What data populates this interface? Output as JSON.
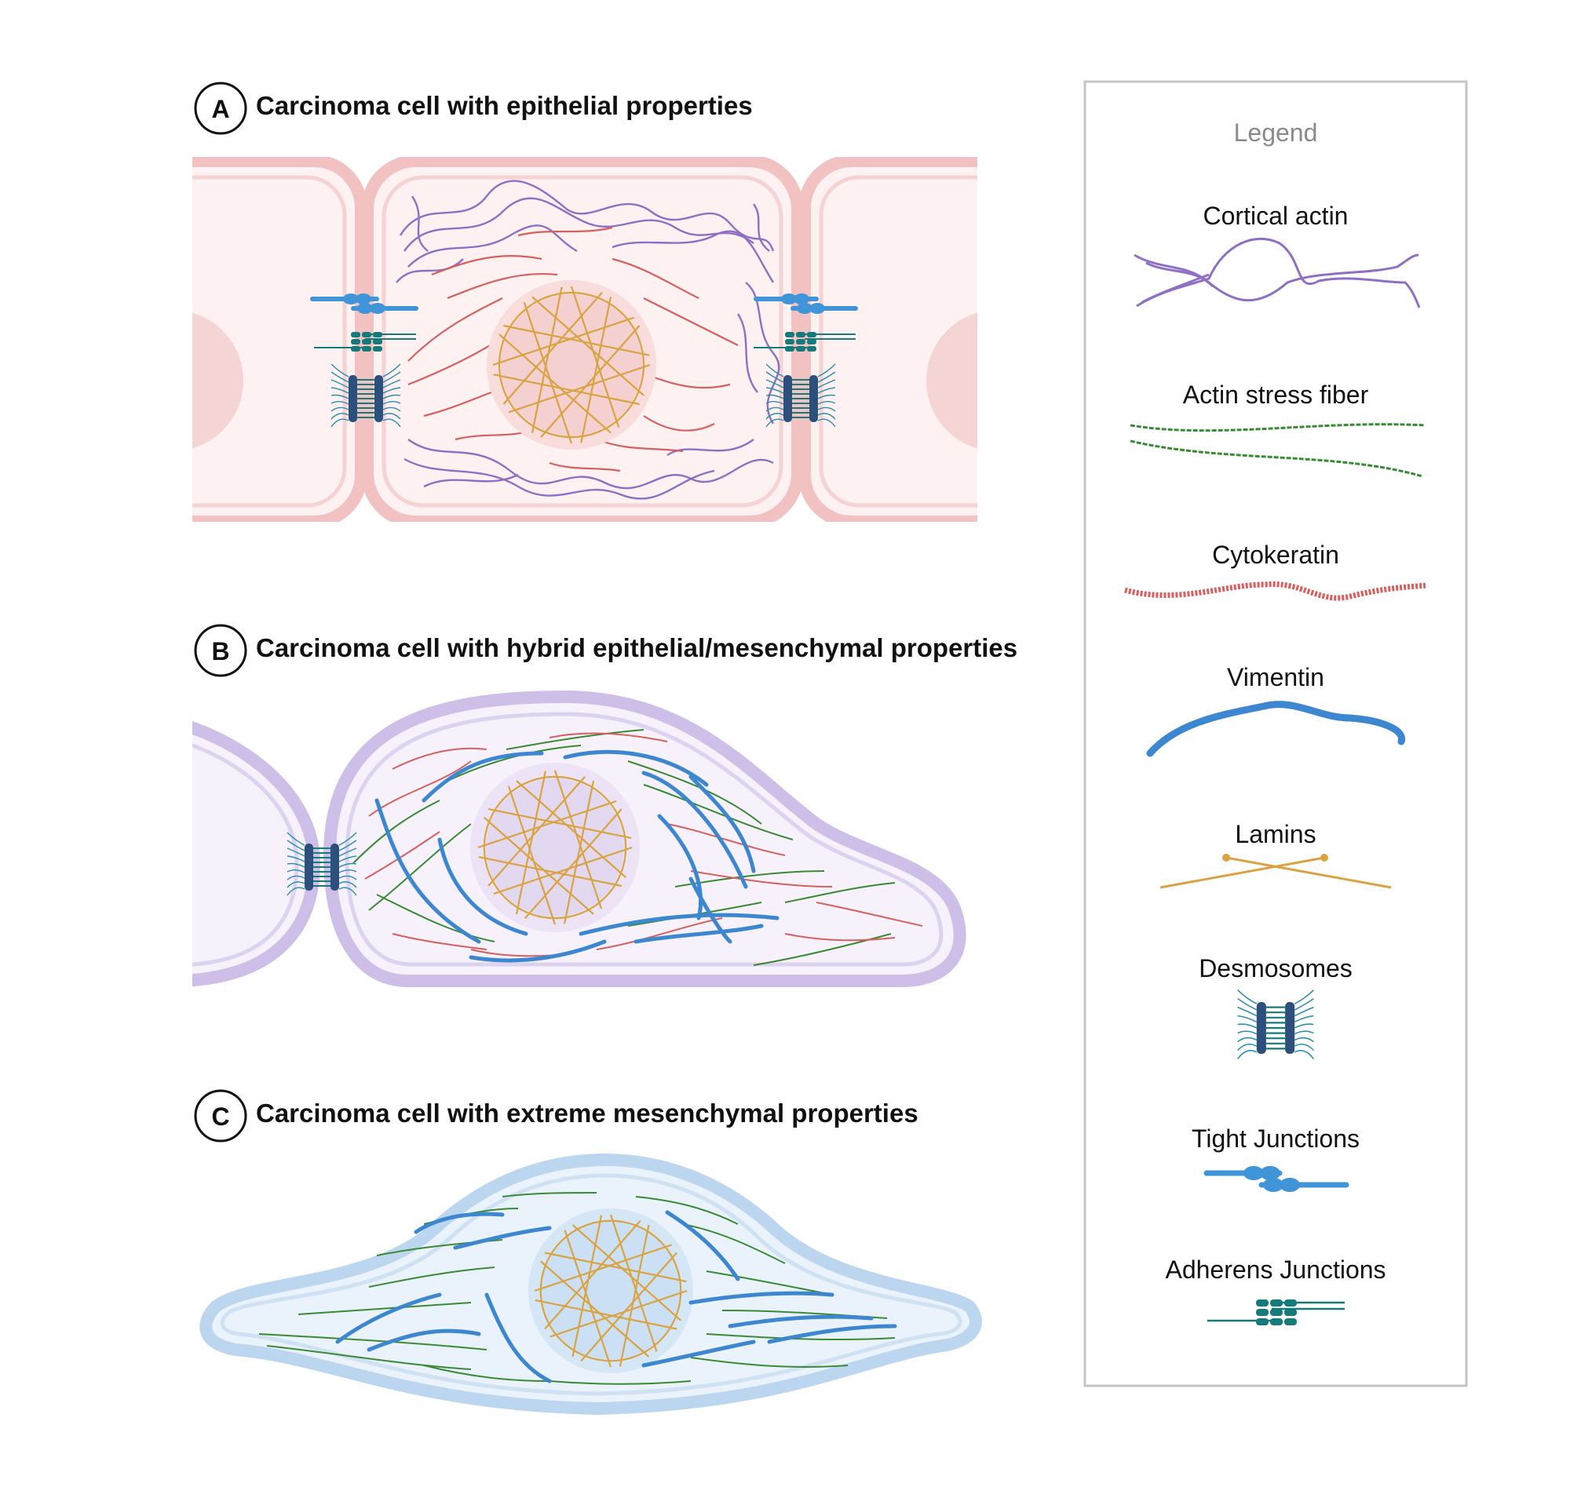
{
  "panels": [
    {
      "letter": "A",
      "title": "Carcinoma cell with epithelial properties"
    },
    {
      "letter": "B",
      "title": "Carcinoma cell with hybrid epithelial/mesenchymal properties"
    },
    {
      "letter": "C",
      "title": "Carcinoma cell with extreme mesenchymal properties"
    }
  ],
  "legend": {
    "heading": "Legend",
    "items": [
      {
        "label": "Cortical actin",
        "icon": "cortical-actin-icon",
        "color": "#8f6fc4"
      },
      {
        "label": "Actin stress fiber",
        "icon": "actin-stress-fiber-icon",
        "color": "#3a8a35"
      },
      {
        "label": "Cytokeratin",
        "icon": "cytokeratin-icon",
        "color": "#d65f5f"
      },
      {
        "label": "Vimentin",
        "icon": "vimentin-icon",
        "color": "#3d86d0"
      },
      {
        "label": "Lamins",
        "icon": "lamins-icon",
        "color": "#d9a341"
      },
      {
        "label": "Desmosomes",
        "icon": "desmosome-icon",
        "color": "#2d4f7c"
      },
      {
        "label": "Tight Junctions",
        "icon": "tight-junction-icon",
        "color": "#3f95d8"
      },
      {
        "label": "Adherens Junctions",
        "icon": "adherens-junction-icon",
        "color": "#157a7a"
      }
    ]
  },
  "colors": {
    "epithelial_cell": "#f4c6c6",
    "hybrid_cell": "#cdbfe8",
    "mesenchymal_cell": "#bcd6ef"
  }
}
